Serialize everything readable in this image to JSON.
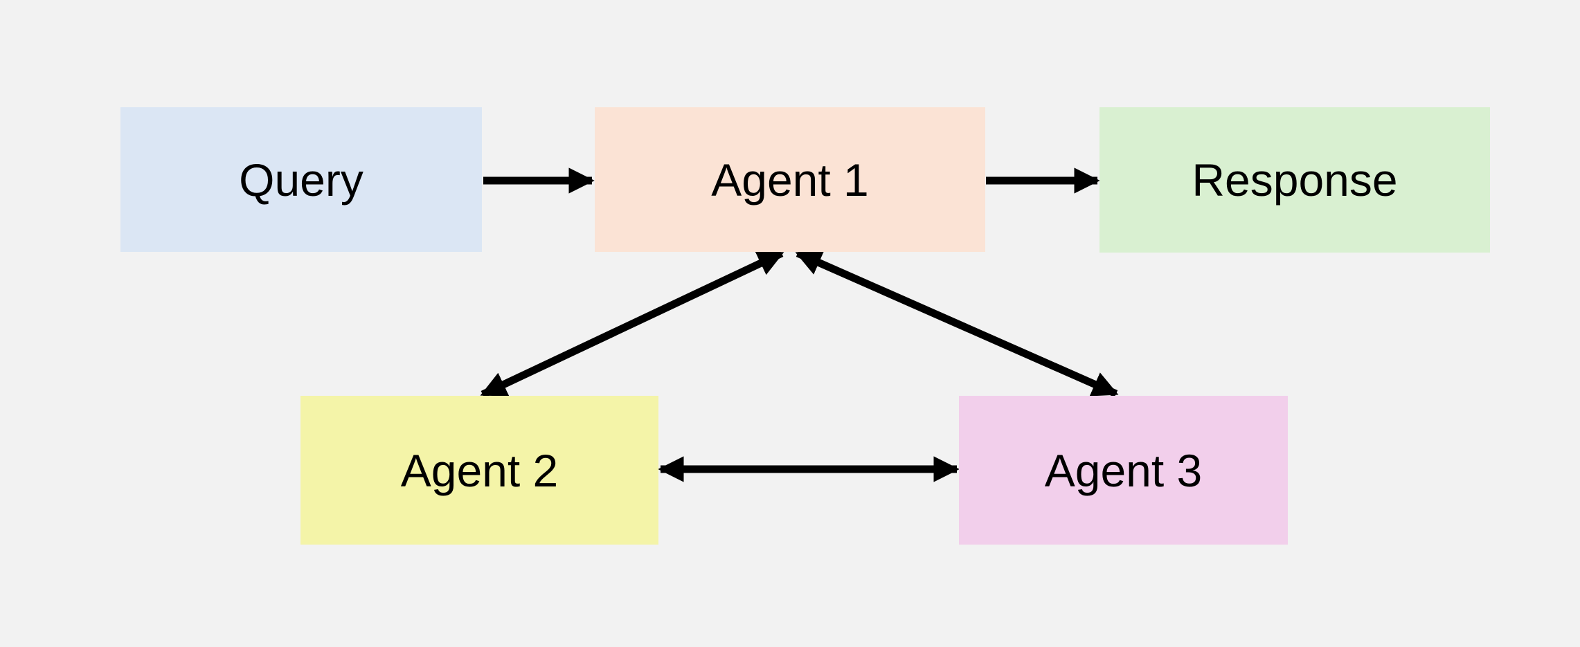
{
  "diagram": {
    "background_color": "#f2f2f2",
    "arrow_color": "#000000",
    "text_color": "#000000",
    "nodes": [
      {
        "id": "query",
        "label": "Query",
        "color": "#dbe6f4"
      },
      {
        "id": "agent1",
        "label": "Agent 1",
        "color": "#fbe3d5"
      },
      {
        "id": "response",
        "label": "Response",
        "color": "#d9f0d1"
      },
      {
        "id": "agent2",
        "label": "Agent 2",
        "color": "#f4f4a8"
      },
      {
        "id": "agent3",
        "label": "Agent 3",
        "color": "#f2cfeb"
      }
    ],
    "edges": [
      {
        "from": "query",
        "to": "agent1",
        "bidirectional": false
      },
      {
        "from": "agent1",
        "to": "response",
        "bidirectional": false
      },
      {
        "from": "agent1",
        "to": "agent2",
        "bidirectional": true
      },
      {
        "from": "agent1",
        "to": "agent3",
        "bidirectional": true
      },
      {
        "from": "agent2",
        "to": "agent3",
        "bidirectional": true
      }
    ]
  }
}
